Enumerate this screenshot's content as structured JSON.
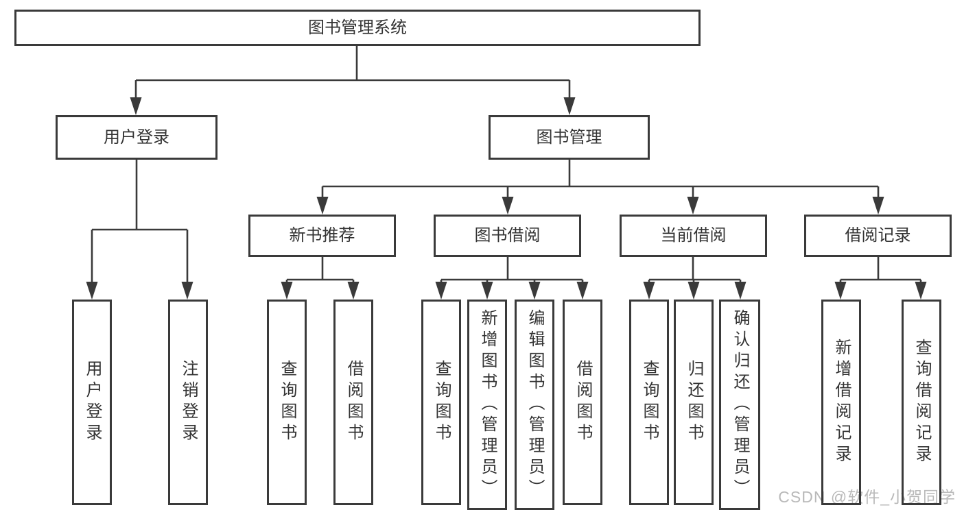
{
  "diagram": {
    "root": {
      "label": "图书管理系统"
    },
    "level2": {
      "user_login": {
        "label": "用户登录"
      },
      "book_mgmt": {
        "label": "图书管理"
      }
    },
    "level3": {
      "new_book_rec": {
        "label": "新书推荐"
      },
      "book_borrow": {
        "label": "图书借阅"
      },
      "current_borrow": {
        "label": "当前借阅"
      },
      "borrow_records": {
        "label": "借阅记录"
      }
    },
    "leaves": {
      "user_login": {
        "label": "用户登录"
      },
      "logout": {
        "label": "注销登录"
      },
      "query_book_rec": {
        "label": "查询图书"
      },
      "borrow_book_rec": {
        "label": "借阅图书"
      },
      "query_book_borrow": {
        "label": "查询图书"
      },
      "add_book_admin": {
        "label": "新增图书（管理员）"
      },
      "edit_book_admin": {
        "label": "编辑图书（管理员）"
      },
      "borrow_book_borrow": {
        "label": "借阅图书"
      },
      "query_book_cur": {
        "label": "查询图书"
      },
      "return_book": {
        "label": "归还图书"
      },
      "confirm_return_admin": {
        "label": "确认归还（管理员）"
      },
      "add_borrow_record": {
        "label": "新增借阅记录"
      },
      "query_borrow_record": {
        "label": "查询借阅记录"
      }
    }
  },
  "watermark": "CSDN @软件_小贺同学",
  "colors": {
    "line": "#3a3a3a",
    "text": "#333333",
    "watermark": "#b9b9b9",
    "background": "#ffffff"
  }
}
